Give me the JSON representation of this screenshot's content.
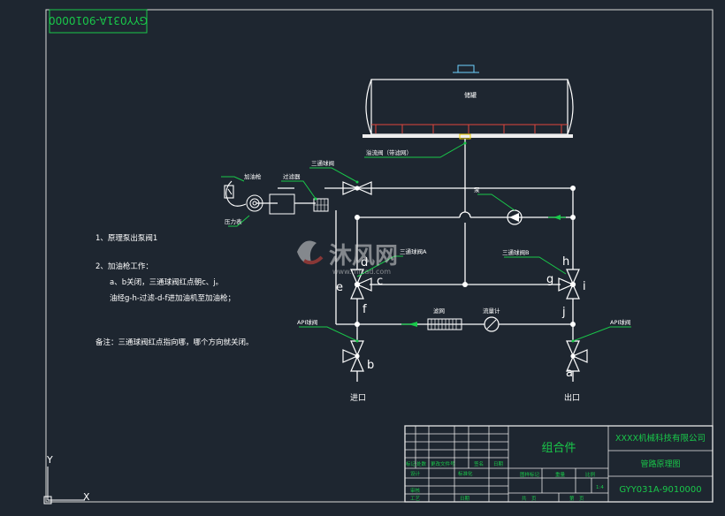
{
  "drawing_number_mirrored": "GYY031A-9010000",
  "tank": {
    "label": "储罐"
  },
  "callouts": {
    "overflow_valve": "溢流阀（带滤网）",
    "three_way_valve_top": "三通球阀",
    "gauge_label": "压力表",
    "filter_small": "过滤器",
    "nozzle_label": "加油枪",
    "three_way_valve_a": "三通球阀A",
    "three_way_valve_b": "三通球阀B",
    "pump_label": "泵",
    "strainer_label": "滤网",
    "flowmeter_label": "流量计",
    "api_valve_left": "API球阀",
    "api_valve_right": "API球阀"
  },
  "letters": {
    "a": "a",
    "b": "b",
    "c": "c",
    "d": "d",
    "e": "e",
    "f": "f",
    "g": "g",
    "h": "h",
    "i": "i",
    "j": "j"
  },
  "ports": {
    "inlet": "进口",
    "outlet": "出口"
  },
  "notes": {
    "n1": "1、原理泵出泵阀1",
    "n2": "2、加油枪工作：",
    "n2a": "a、b关闭，三通球阀红点朝c、j。",
    "n2b": "油经g-h-过滤-d-f进加油机至加油枪；",
    "n3": "备注：三通球阀红点指向哪，哪个方向就关闭。"
  },
  "watermark": {
    "brand": "沐风网",
    "url": "www.mfcad.com"
  },
  "title_block": {
    "assembly": "组合件",
    "company": "XXXX机械科技有限公司",
    "drawing_name": "管路原理图",
    "drawing_number": "GYY031A-9010000",
    "scale": "1:4",
    "col_labels": [
      "标记",
      "处数",
      "更改文件号",
      "签名",
      "日期"
    ],
    "row_labels": [
      "设计",
      "审核",
      "工艺"
    ],
    "std": "标准化",
    "approve": "批准",
    "date": "日期",
    "stage": "图样标记",
    "weight": "重量",
    "ratio": "比例",
    "sheets": "共　页",
    "sheet": "第　页"
  },
  "ucs": {
    "y": "Y",
    "x": "X"
  },
  "colors": {
    "line": "#ffffff",
    "green": "#19c84a",
    "frame": "#e8e8e8",
    "bg": "#1e2630",
    "cyan": "#6fd3ff"
  }
}
